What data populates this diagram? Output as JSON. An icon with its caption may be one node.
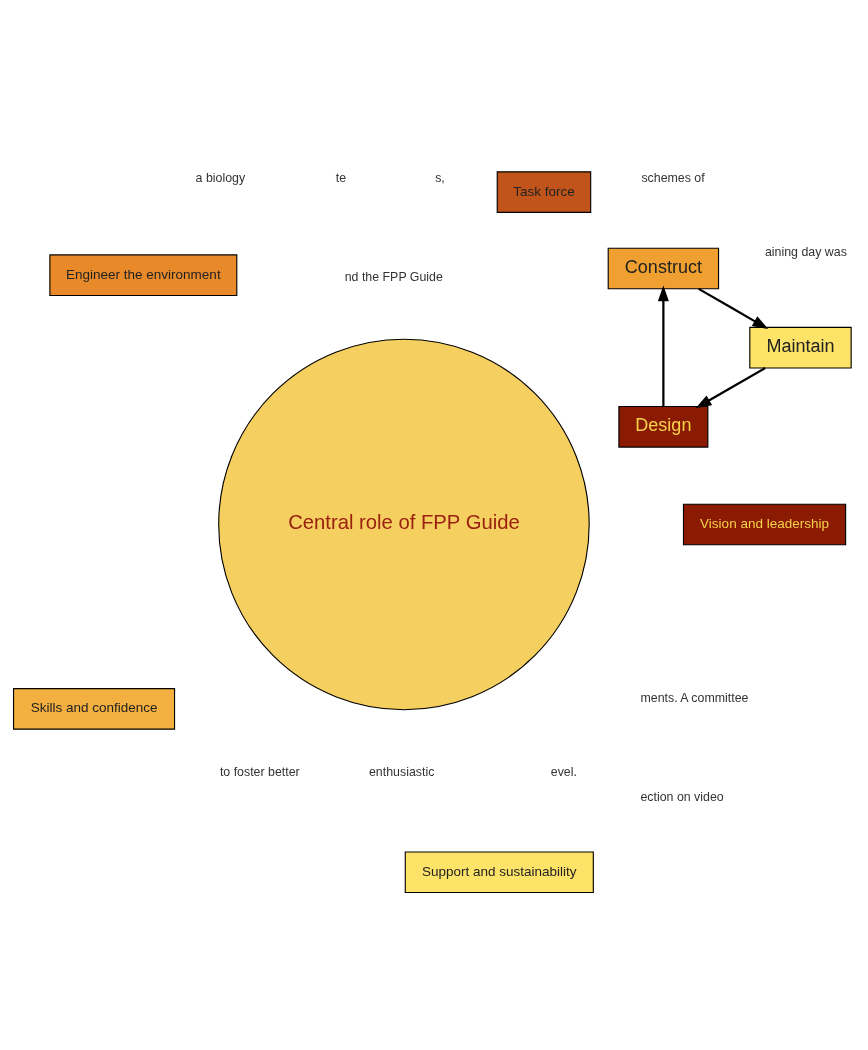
{
  "diagram": {
    "nodes": [
      {
        "text": [
          "Design"
        ]
      },
      {
        "text": [
          "Construct"
        ]
      },
      {
        "text": [
          "Maintain"
        ]
      },
      {
        "text": [
          "Central role of FPP Guide"
        ]
      },
      {
        "text": [
          "Vision and leadership"
        ]
      },
      {
        "text": [
          "Task force"
        ]
      },
      {
        "text": [
          "Engineer the environment"
        ]
      },
      {
        "text": [
          "Skills and confidence"
        ]
      },
      {
        "text": [
          "Support and sustainability"
        ]
      }
    ],
    "edges": [
      {
        "from": 2,
        "to": 0,
        "arrow": "to"
      },
      {
        "from": 0,
        "to": 1,
        "arrow": "to"
      },
      {
        "from": 1,
        "to": 2,
        "arrow": "to"
      }
    ],
    "labels": [
      "ments. A committee",
      "to foster better",
      "schemes of",
      "enthusiastic",
      "evel.",
      "s,",
      "te",
      "a biology",
      "ection on video",
      "aining day was",
      "nd the FPP Guide"
    ]
  }
}
